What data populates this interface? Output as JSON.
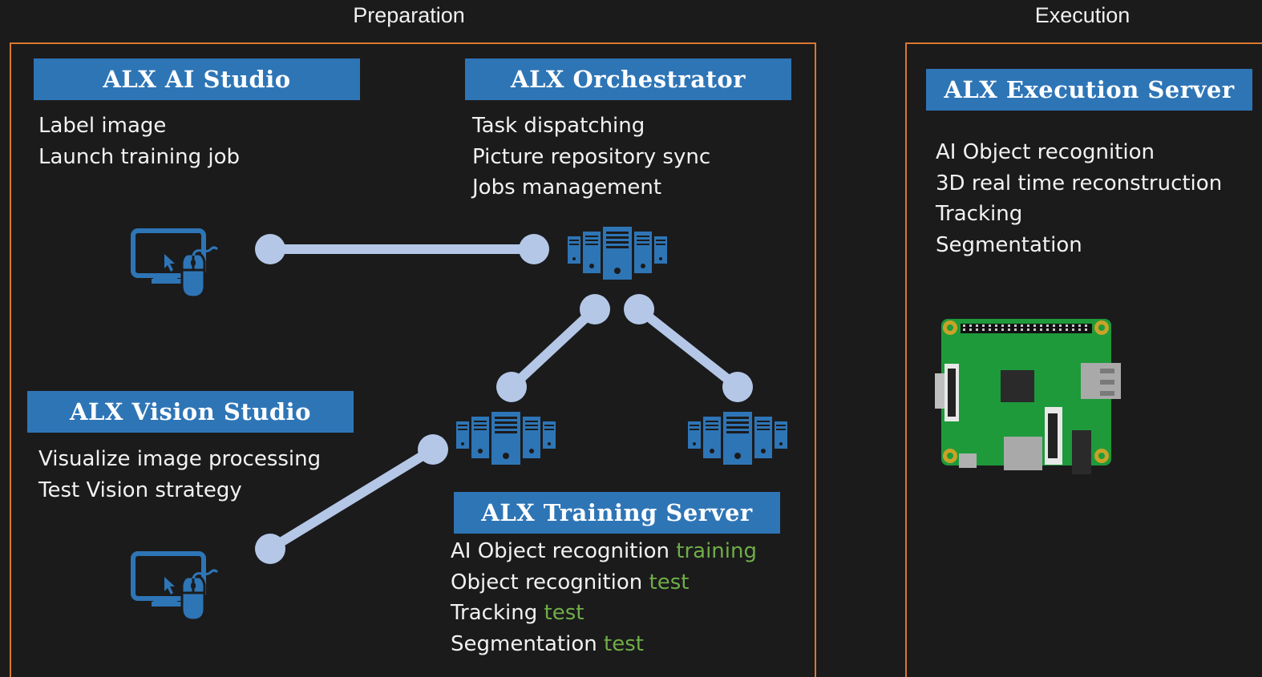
{
  "sections": {
    "preparation": "Preparation",
    "execution": "Execution"
  },
  "nodes": {
    "ai_studio": {
      "title": "ALX AI Studio",
      "items": [
        "Label image",
        "Launch training job"
      ]
    },
    "orchestrator": {
      "title": "ALX Orchestrator",
      "items": [
        "Task dispatching",
        "Picture repository sync",
        "Jobs management"
      ]
    },
    "vision_studio": {
      "title": "ALX Vision Studio",
      "items": [
        "Visualize image processing",
        "Test Vision strategy"
      ]
    },
    "training_server": {
      "title": "ALX Training Server",
      "items": [
        {
          "text": "AI Object recognition",
          "highlight": "training"
        },
        {
          "text": "Object recognition",
          "highlight": "test"
        },
        {
          "text": "Tracking",
          "highlight": "test"
        },
        {
          "text": "Segmentation",
          "highlight": "test"
        }
      ]
    },
    "execution_server": {
      "title": "ALX Execution Server",
      "items": [
        "AI Object recognition",
        "3D real time reconstruction",
        "Tracking",
        "Segmentation"
      ]
    }
  },
  "colors": {
    "background": "#1b1b1c",
    "frame": "#d9782f",
    "title_box": "#2e75b6",
    "connector": "#b4c7e7",
    "icon": "#2e75b6",
    "highlight": "#70ad47",
    "board": "#1e9a3a"
  },
  "icons": [
    "computer-mouse-icon",
    "server-rack-icon",
    "single-board-computer-icon"
  ]
}
